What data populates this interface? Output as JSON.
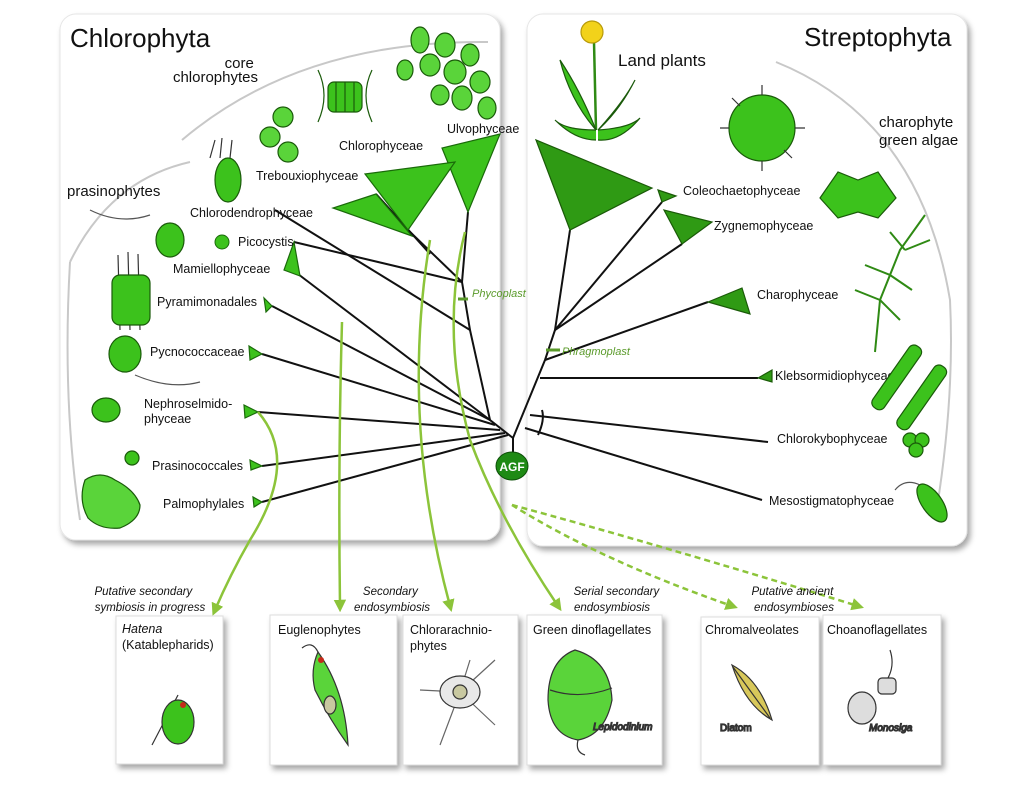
{
  "panels": {
    "left_title": "Chlorophyta",
    "right_title": "Streptophyta"
  },
  "groups": {
    "core": [
      "core",
      "chlorophytes"
    ],
    "prasino": "prasinophytes",
    "land": "Land plants",
    "charo": [
      "charophyte",
      "green algae"
    ]
  },
  "chlorophyta_taxa": [
    "Ulvophyceae",
    "Chlorophyceae",
    "Trebouxiophyceae",
    "Chlorodendrophyceae",
    "Picocystis",
    "Mamiellophyceae",
    "Pyramimonadales",
    "Pycnococcaceae",
    "Nephroselmido-",
    "phyceae",
    "Prasinococcales",
    "Palmophylales"
  ],
  "streptophyta_taxa": [
    "Coleochaetophyceae",
    "Zygnemophyceae",
    "Charophyceae",
    "Klebsormidiophyceae",
    "Chlorokybophyceae",
    "Mesostigmatophyceae"
  ],
  "markers": {
    "phycoplast": "Phycoplast",
    "phragmoplast": "Phragmoplast",
    "root": "AGF"
  },
  "events": {
    "e1": [
      "Putative secondary",
      "symbiosis in progress"
    ],
    "e2": [
      "Secondary",
      "endosymbiosis"
    ],
    "e3": [
      "Serial secondary",
      "endosymbiosis"
    ],
    "e4": [
      "Putative ancient",
      "endosymbioses"
    ]
  },
  "boxes": {
    "hatena": [
      "Hatena",
      "(Katablepharids)"
    ],
    "eugleno": "Euglenophytes",
    "chlorarach": [
      "Chlorarachnio-",
      "phytes"
    ],
    "dino": "Green dinoflagellates",
    "chromal": "Chromalveolates",
    "choano": "Choanoflagellates"
  },
  "species": {
    "lepido": "Lepidodinium",
    "diatom": "Diatom",
    "monosiga": "Monosiga"
  },
  "colors": {
    "green": "#3cc21c",
    "dark_green": "#2a8a12",
    "arrow": "#8cc43a"
  }
}
